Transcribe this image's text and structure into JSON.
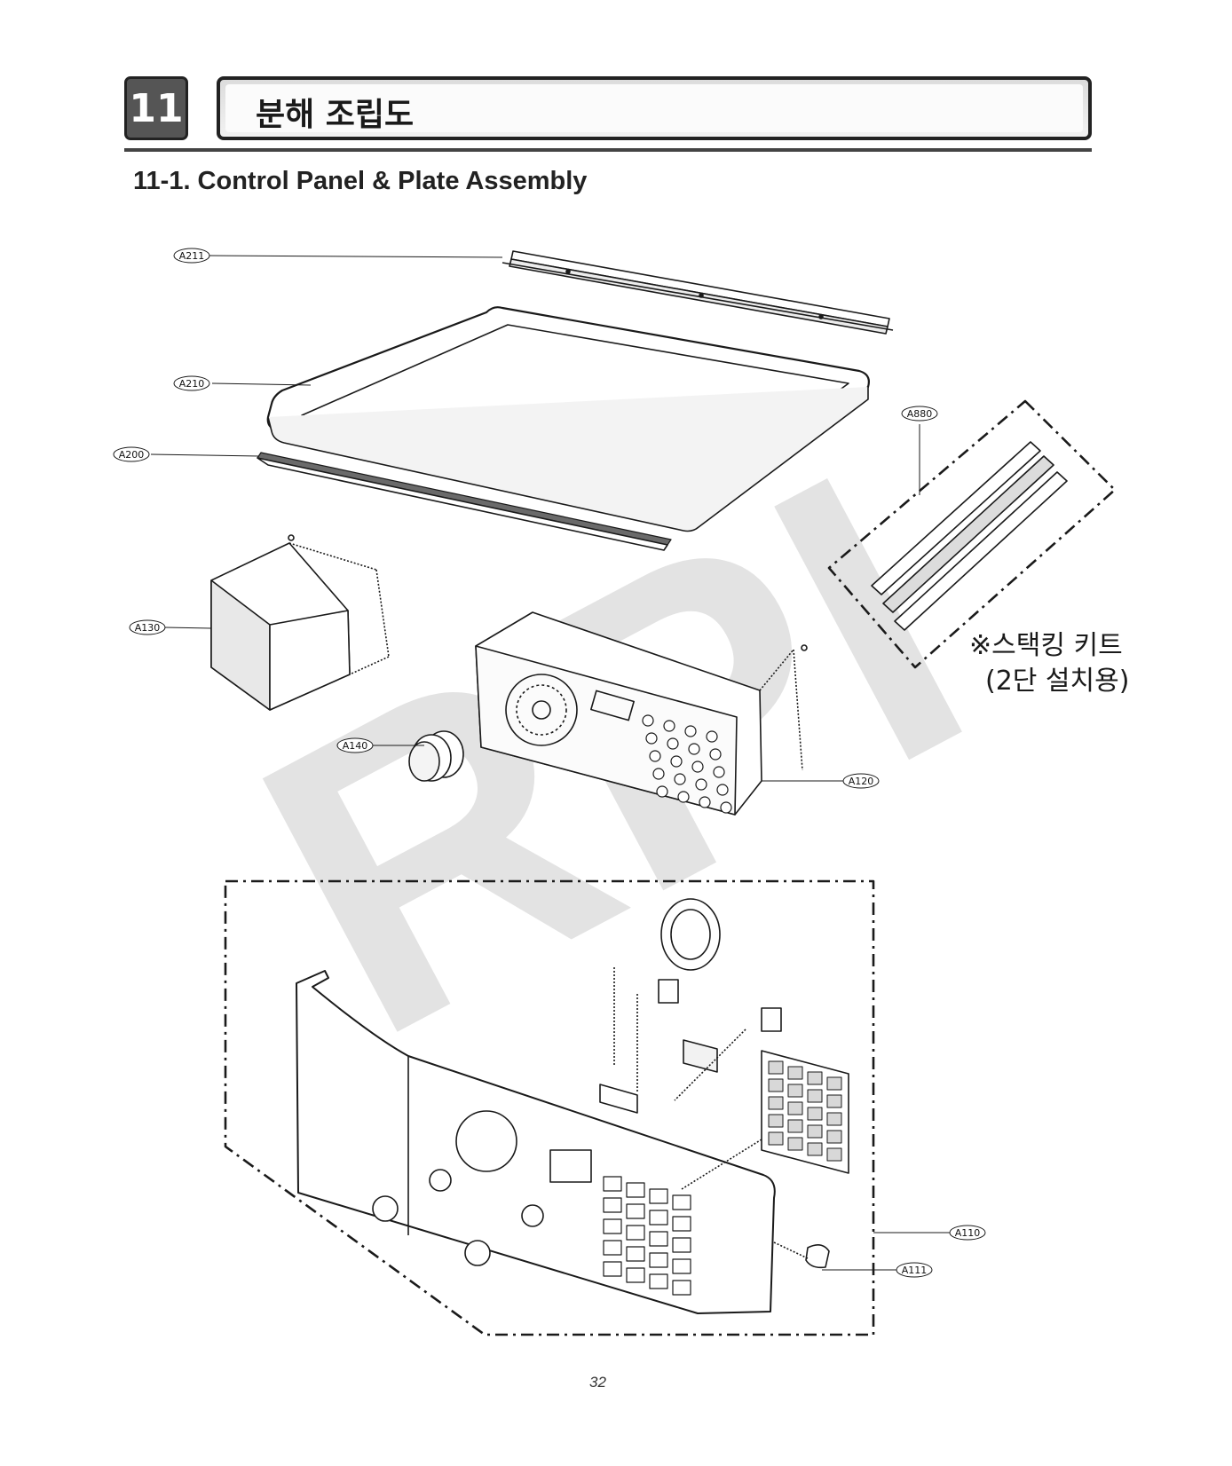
{
  "header": {
    "chapter_number": "11",
    "chapter_title": "분해 조립도",
    "section_title": "11-1. Control Panel & Plate Assembly"
  },
  "note": {
    "line1": "※스택킹 키트",
    "line2": "(2단 설치용)"
  },
  "watermark": "RPI",
  "part_labels": {
    "a211": "A211",
    "a210": "A210",
    "a200": "A200",
    "a130": "A130",
    "a140": "A140",
    "a120": "A120",
    "a880": "A880",
    "a110": "A110",
    "a111": "A111"
  },
  "footer": {
    "page_number": "32"
  },
  "colors": {
    "line": "#1a1a1a",
    "watermark": "#e3e3e3",
    "chapter_badge": "#555555"
  }
}
